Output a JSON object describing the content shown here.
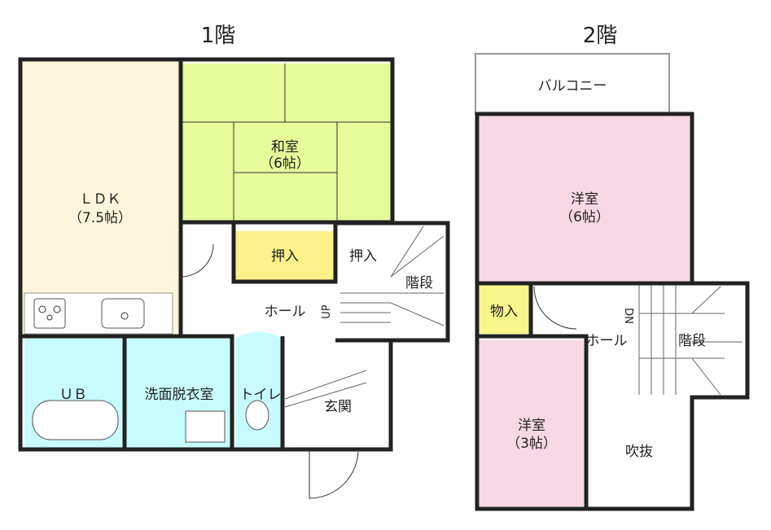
{
  "floors": [
    {
      "title": "1階",
      "rooms": {
        "ldk": {
          "name": "ＬＤＫ",
          "size": "（7.5帖）",
          "color": "#fdf6dc"
        },
        "washitsu": {
          "name": "和室",
          "size": "（6帖）",
          "color": "#e6fb99"
        },
        "oshiire1": {
          "name": "押入",
          "color": "#fbf08a"
        },
        "oshiire2": {
          "name": "押入"
        },
        "stairs": {
          "name": "階段"
        },
        "hall": {
          "name": "ホール"
        },
        "up": "UP",
        "ub": {
          "name": "ＵＢ",
          "color": "#c8fcfc"
        },
        "senmen": {
          "name": "洗面脱衣室",
          "color": "#c8fcfc"
        },
        "toilet": {
          "name": "トイレ",
          "color": "#c8fcfc"
        },
        "genkan": {
          "name": "玄関"
        }
      }
    },
    {
      "title": "2階",
      "rooms": {
        "balcony": {
          "name": "バルコニー"
        },
        "yoshitsu6": {
          "name": "洋室",
          "size": "（6帖）",
          "color": "#f9d8e5"
        },
        "monoire": {
          "name": "物入",
          "color": "#f8f58b"
        },
        "hall": {
          "name": "ホール"
        },
        "dn": "DN",
        "stairs": {
          "name": "階段"
        },
        "yoshitsu3": {
          "name": "洋室",
          "size": "（3帖）",
          "color": "#f9d8e5"
        },
        "fukinuke": {
          "name": "吹抜"
        }
      }
    }
  ]
}
